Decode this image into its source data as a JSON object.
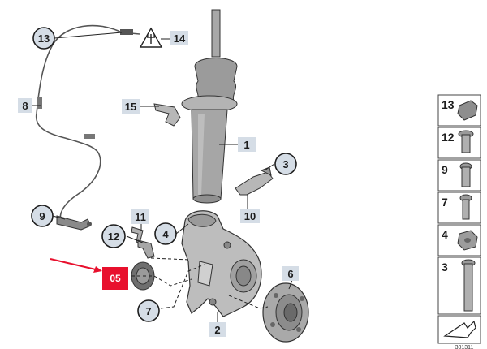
{
  "colors": {
    "callout_bg": "#d5dde6",
    "highlight": "#e8102d",
    "part_fill": "#bfbfbf",
    "part_dark": "#8a8a8a",
    "line": "#222222"
  },
  "icons": {
    "electric_plug": "plug-warning-icon",
    "direction_arrow": "direction-arrow-icon"
  },
  "highlight_badge": {
    "label": "05"
  },
  "callouts": {
    "c1": "1",
    "c2": "2",
    "c3": "3",
    "c4": "4",
    "c6": "6",
    "c7": "7",
    "c8": "8",
    "c9": "9",
    "c10": "10",
    "c11": "11",
    "c12": "12",
    "c13": "13",
    "c14": "14",
    "c15": "15"
  },
  "legend": {
    "items": [
      "13",
      "12",
      "9",
      "7",
      "4",
      "3"
    ]
  },
  "diagram_code": "301311"
}
